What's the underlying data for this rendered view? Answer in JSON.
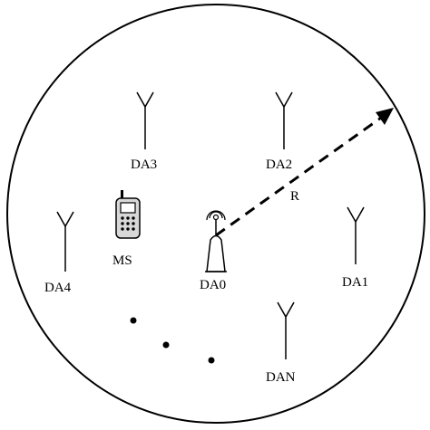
{
  "labels": {
    "da0": "DA0",
    "da1": "DA1",
    "da2": "DA2",
    "da3": "DA3",
    "da4": "DA4",
    "dan": "DAN",
    "ms": "MS",
    "radius": "R"
  },
  "icons": {
    "antenna": "antenna-icon",
    "base_station": "base-station-icon",
    "phone": "mobile-phone-icon",
    "arrow": "radius-arrow"
  },
  "colors": {
    "stroke": "#000000",
    "background": "#ffffff",
    "phone_fill": "#d8d8d8"
  }
}
